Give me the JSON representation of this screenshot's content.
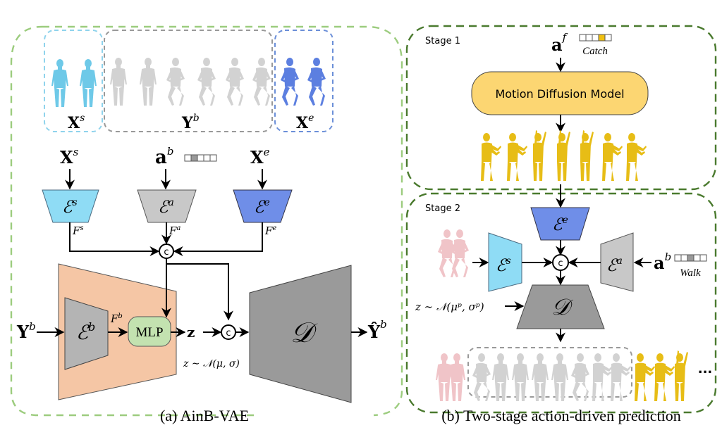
{
  "panel_a": {
    "caption": "(a) AinB-VAE",
    "strip": {
      "start_label_base": "X",
      "start_label_sup": "s",
      "between_label_base": "Y",
      "between_label_sup": "b",
      "end_label_base": "X",
      "end_label_sup": "e"
    },
    "inputs": {
      "xs_base": "X",
      "xs_sup": "s",
      "ab_base": "a",
      "ab_sup": "b",
      "xe_base": "X",
      "xe_sup": "e",
      "yb_base": "Y",
      "yb_sup": "b"
    },
    "action_vector": {
      "slots": 5,
      "active_index": 1
    },
    "encoders": {
      "es_base": "ℰ",
      "es_sup": "s",
      "ea_base": "ℰ",
      "ea_sup": "a",
      "ee_base": "ℰ",
      "ee_sup": "e",
      "eb_base": "ℰ",
      "eb_sup": "b"
    },
    "features": {
      "fs_base": "F",
      "fs_sup": "s",
      "fa_base": "F",
      "fa_sup": "a",
      "fe_base": "F",
      "fe_sup": "e",
      "fb_base": "F",
      "fb_sup": "b"
    },
    "concat_symbol": "c",
    "mlp_label": "MLP",
    "z_label": "z",
    "z_dist": "z ∼ 𝒩(μ, σ)",
    "decoder_label": "𝒟",
    "output_base": "Ŷ",
    "output_sup": "b"
  },
  "panel_b": {
    "caption": "(b) Two-stage action-driven prediction",
    "stage1": {
      "title": "Stage 1",
      "action_base": "a",
      "action_sup": "f",
      "action_name": "Catch",
      "action_vector": {
        "slots": 5,
        "active_index": 3
      },
      "model_label": "Motion Diffusion Model"
    },
    "stage2": {
      "title": "Stage 2",
      "ee_base": "ℰ",
      "ee_sup": "e",
      "es_base": "ℰ",
      "es_sup": "s",
      "ea_base": "ℰ",
      "ea_sup": "a",
      "concat_symbol": "c",
      "action_base": "a",
      "action_sup": "b",
      "action_name": "Walk",
      "action_vector": {
        "slots": 5,
        "active_index": 2
      },
      "z_prior": "z ∼ 𝒩(μᵖ, σᵖ)",
      "decoder_label": "𝒟",
      "ellipsis": "..."
    }
  },
  "colors": {
    "panel_a_border": "#9ccc7e",
    "panel_b_border": "#4a7a2e",
    "start_pose": "#6ec9e8",
    "end_pose": "#5c7fe0",
    "between_pose": "#cccccc",
    "encoder_s": "#8fdcf5",
    "encoder_a": "#c8c8c8",
    "encoder_e": "#6f8ee8",
    "encoder_b": "#b4b4b4",
    "vae_body": "#f5c6a5",
    "mlp": "#c3e2b0",
    "decoder": "#9a9a9a",
    "diffusion": "#fcd672",
    "catch_pose": "#e7bd16",
    "history_pose": "#f0c4c8",
    "action_active_gray": "#999999",
    "action_active_yellow": "#f0c010"
  }
}
